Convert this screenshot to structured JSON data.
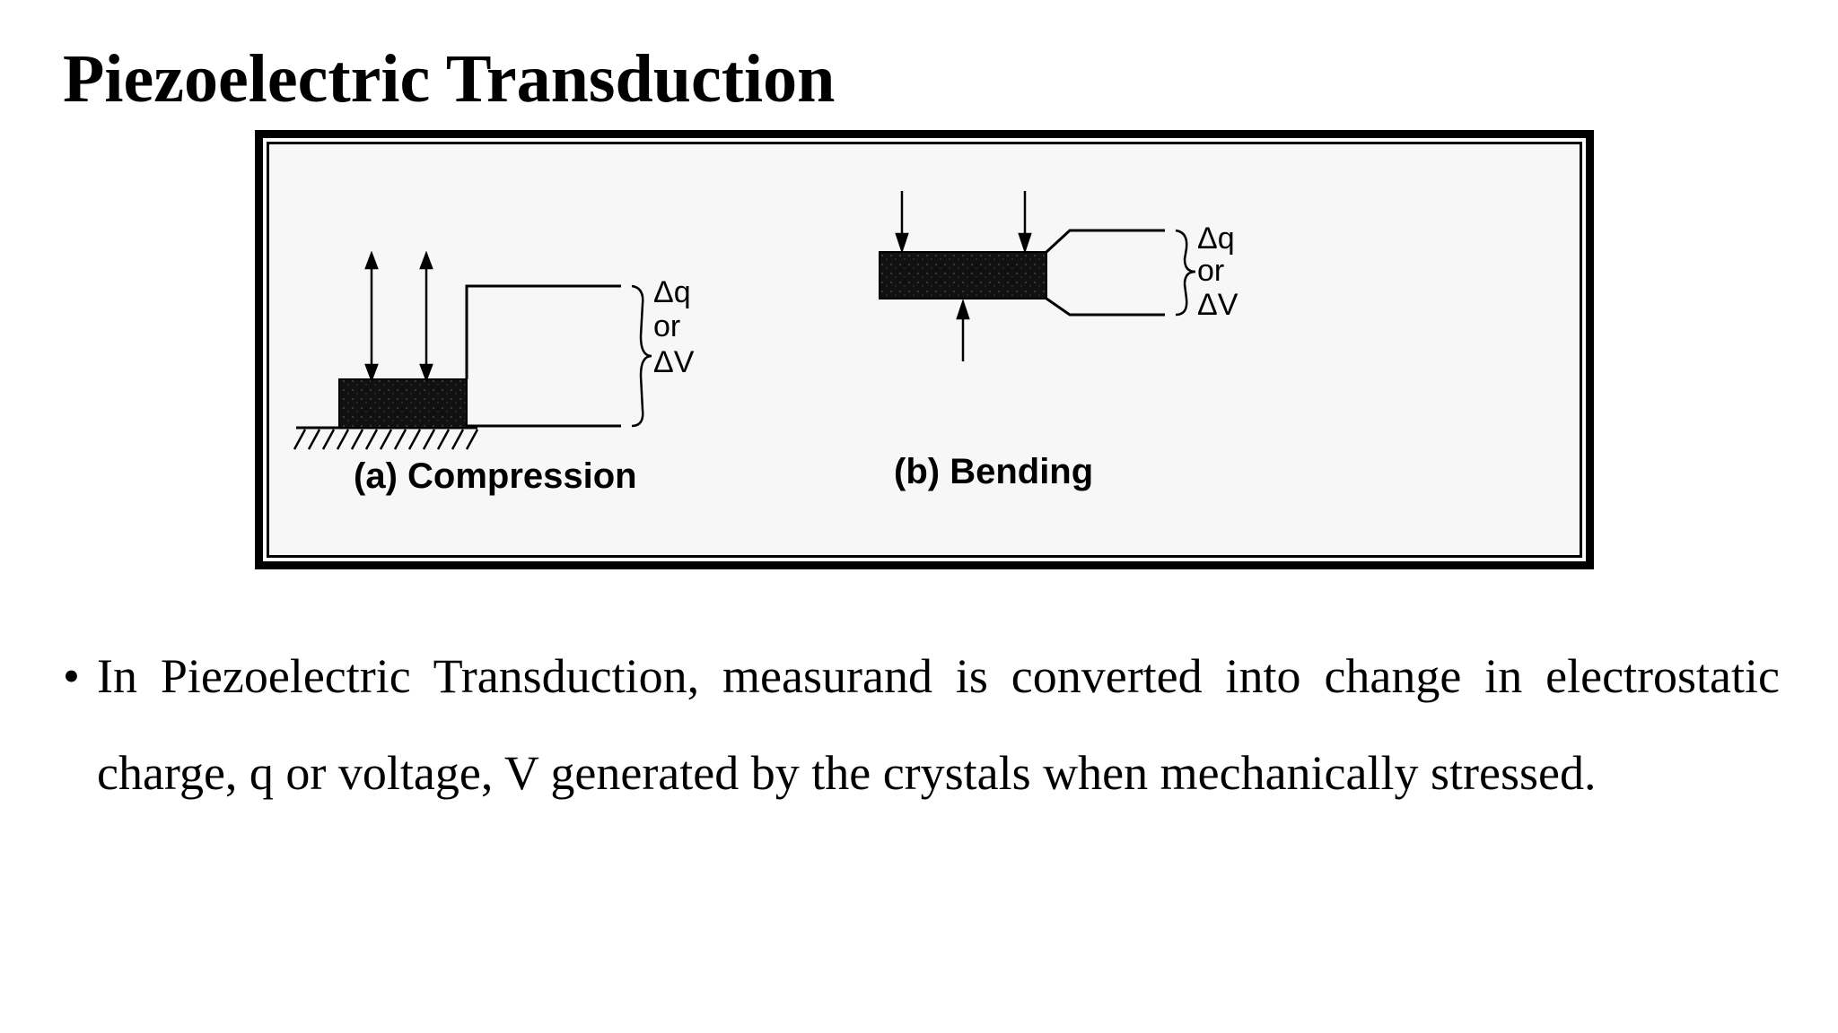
{
  "slide": {
    "title": "Piezoelectric Transduction"
  },
  "figure": {
    "compression": {
      "caption": "(a) Compression",
      "output_q": "Δq",
      "output_or": "or",
      "output_v": "ΔV"
    },
    "bending": {
      "caption": "(b) Bending",
      "output_q": "Δq",
      "output_or": "or",
      "output_v": "ΔV"
    }
  },
  "body": {
    "bullet": "•",
    "text": "In Piezoelectric Transduction, measurand is converted into change in electrostatic charge, q or voltage, V generated by the crystals when mechanically stressed."
  }
}
